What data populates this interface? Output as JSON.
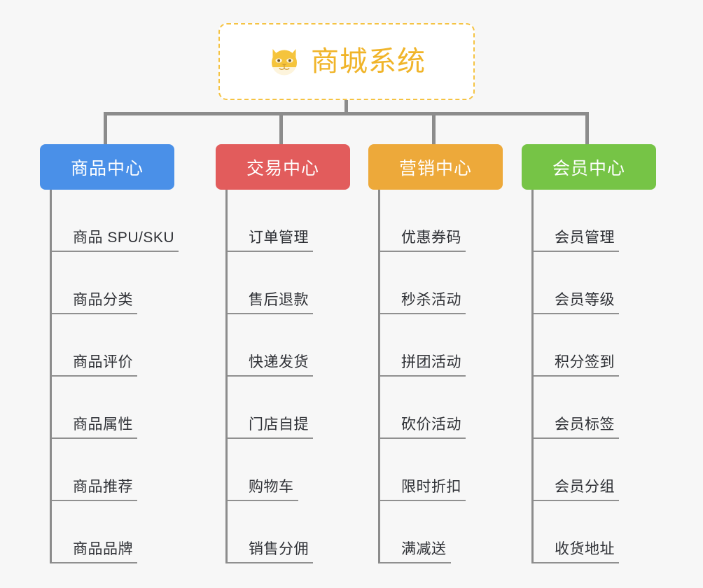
{
  "root": {
    "title": "商城系统",
    "icon": "dog-face-icon",
    "border_color": "#f5c343",
    "text_color": "#f0b429",
    "background": "#ffffff"
  },
  "canvas": {
    "background": "#f7f7f7",
    "connector_color": "#8c8c8c",
    "leaf_line_color": "#909090",
    "leaf_text_color": "#2f3136"
  },
  "categories": [
    {
      "label": "商品中心",
      "color": "#4a90e8",
      "items": [
        "商品 SPU/SKU",
        "商品分类",
        "商品评价",
        "商品属性",
        "商品推荐",
        "商品品牌"
      ]
    },
    {
      "label": "交易中心",
      "color": "#e25c5c",
      "items": [
        "订单管理",
        "售后退款",
        "快递发货",
        "门店自提",
        "购物车",
        "销售分佣"
      ]
    },
    {
      "label": "营销中心",
      "color": "#eda93a",
      "items": [
        "优惠券码",
        "秒杀活动",
        "拼团活动",
        "砍价活动",
        "限时折扣",
        "满减送"
      ]
    },
    {
      "label": "会员中心",
      "color": "#76c446",
      "items": [
        "会员管理",
        "会员等级",
        "积分签到",
        "会员标签",
        "会员分组",
        "收货地址"
      ]
    }
  ]
}
